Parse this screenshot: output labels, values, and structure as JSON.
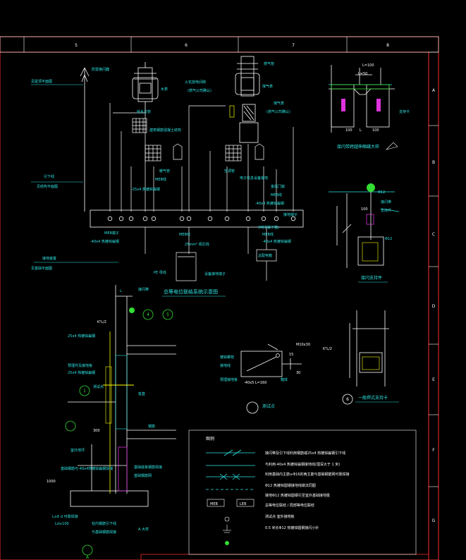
{
  "frame": {
    "col_labels": [
      "5",
      "6",
      "7",
      "8"
    ],
    "row_labels": [
      "A",
      "B",
      "C",
      "D",
      "E",
      "F",
      "G"
    ]
  },
  "colors": {
    "background": "#000000",
    "red": "#ff2a2a",
    "cyan": "#2ee6e6",
    "white": "#ffffff",
    "green": "#33dd33",
    "yellow": "#ffff00",
    "magenta": "#dd33dd",
    "blue": "#3a5cff"
  },
  "meb_schematic": {
    "title": "总等电位联结系统示意图",
    "labels": {
      "lightning_rod": "防雷接闪器",
      "roof_plan": "见屋顶平面图",
      "down_conductor": "引下线",
      "struct_plan": "见结构平面图",
      "earth_plan_1": "接地装置",
      "earth_plan_2": "见基础平面图",
      "water_meter": "水表",
      "water_pipe": "给水总管",
      "building_steel": "建筑钢筋混凝土结构",
      "gas_meter": "火花放电间隙",
      "gas_note": "(燃气公司确认)",
      "gas_pipe": "燃气管",
      "gas_meter_lbl": "煤气表",
      "gas_note2": "(燃气公司确认)",
      "heating_pipe": "暖气管",
      "air_duct": "空调管",
      "electronic": "电子信息设备接地",
      "metal_door": "金属门窗",
      "pe_line": "PE 母线",
      "meb_flat": "-25x4 热镀锌扁钢",
      "meb_line": "MEB线",
      "meb_line2": "MEB线",
      "meb_line3": "MEB线",
      "steel_40": "-40x4 热镀锌扁钢",
      "steel_40b": "-40x4 热镀锌扁钢",
      "steel_40c": "-40x4 热镀锌扁钢",
      "meb_box": "MEB端子",
      "meb_panel": "(MEB端子箱)",
      "connector": "接地端子",
      "cable_25": "25mm² 铜芯线",
      "dist_panel": "总配电箱",
      "equip_ground": "设备接地端子",
      "pe_bus": "PE 母线",
      "lightning_dn": "避雷线"
    }
  },
  "shielding_detail": {
    "title": "接闪带跨越伸缩缝大样",
    "l100": "L=100",
    "l50": "L=50",
    "h100": "100",
    "hl": "L",
    "h100b": "100",
    "support": "支持卡"
  },
  "support_detail": {
    "title": "接闪支持件",
    "phi12": "Φ12",
    "lbl1": "接闪带",
    "lbl2": "支持件",
    "lbl3": "Φ12",
    "dim": "100"
  },
  "foundation_detail": {
    "title": "A 大样",
    "top_lbl": "接闪带",
    "l_lbl": "L",
    "hk": "K²L/2",
    "flat25": "25x4 热镀锌扁钢",
    "note1": "预埋件及接地板",
    "note2": "25x4 热镀锌扁钢",
    "connector": "测试点",
    "dim300": "300",
    "pile": "桩基",
    "rebar": "钢筋",
    "grade": "室外地坪",
    "note3": "基础钢筋与-40x4热镀锌扁钢焊接",
    "note4": "基础底板钢筋焊接",
    "note5": "基础钢筋网",
    "dim_1000": "1000",
    "pile_note": "L≥6 d 可靠焊接",
    "min_note": "Ld≥100",
    "caption1": "柱内钢筋引下线",
    "caption2": "与基础钢筋焊接",
    "circle_a": "A",
    "marker1": "1",
    "marker4": "4",
    "marker5": "5"
  },
  "testbox_detail": {
    "title": "测试点",
    "d10": "M10x30",
    "bolt": "镀锌螺栓",
    "flat": "-40x5 L=160",
    "plate": "接地线",
    "dim15": "15",
    "dim30": "30",
    "ground": "预埋接地板",
    "box_lbl": "箱体"
  },
  "clamp_detail": {
    "title": "一般焊式支持卡",
    "dim": "K²L/2",
    "marker": "6"
  },
  "legend": {
    "heading": "图例",
    "items": [
      "接闪带及引下线利用钢筋或25x4 热镀锌扁钢引下线",
      "与利用-40x4 热镀锌扁钢接地线(埋深大于 1 米)",
      "利用基础内主筋≥Φ16的两主筋与基础钢筋网可靠焊接",
      "Φ12 热镀锌圆钢接地线做法同图",
      "接地Φ12 热镀锌圆钢引至室外基础接地极",
      "总等电位联结 / 局部等电位联结",
      "测试点 室外接地板",
      "0.5 米长Φ12 热镀锌圆钢接闪小针"
    ],
    "meb": "MEB",
    "leb": "LEB"
  }
}
